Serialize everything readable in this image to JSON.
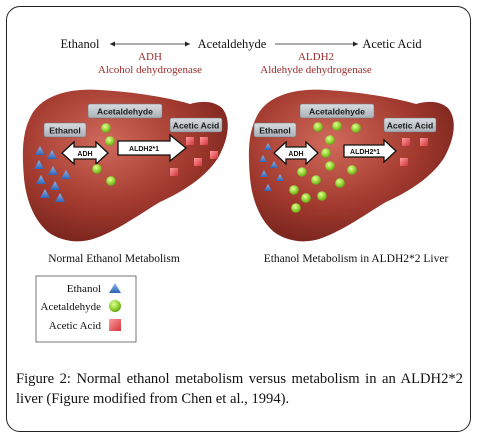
{
  "pathway": {
    "ethanol": "Ethanol",
    "acetaldehyde": "Acetaldehyde",
    "acetic_acid": "Acetic Acid",
    "enzyme1_abbr": "ADH",
    "enzyme1_name": "Alcohol dehydrogenase",
    "enzyme2_abbr": "ALDH2",
    "enzyme2_name": "Aldehyde dehydrogenase"
  },
  "livers": [
    {
      "label": "Normal Ethanol Metabolism",
      "box_ethanol": "Ethanol",
      "box_acetaldehyde": "Acetaldehyde",
      "box_acetic": "Acetic Acid",
      "arrow1": "ADH",
      "arrow2": "ALDH2*1"
    },
    {
      "label": "Ethanol Metabolism in ALDH2*2 Liver",
      "box_ethanol": "Ethanol",
      "box_acetaldehyde": "Acetaldehyde",
      "box_acetic": "Acetic Acid",
      "arrow1": "ADH",
      "arrow2": "ALDH2*1"
    }
  ],
  "legend": {
    "items": [
      {
        "label": "Ethanol",
        "icon": "blue-triangle-icon"
      },
      {
        "label": "Acetaldehyde",
        "icon": "green-circle-icon"
      },
      {
        "label": "Acetic Acid",
        "icon": "red-square-icon"
      }
    ]
  },
  "caption": {
    "lead": "Figure 2:",
    "text": " Normal ethanol metabolism versus metabolism in an ALDH2*2 liver (Figure modified from Chen et al., 1994)."
  },
  "colors": {
    "enzyme_text": "#9b2b2b",
    "liver": "#a33a2f",
    "ethanol_marker": "#3a78c9",
    "acetaldehyde_marker": "#8fd12e",
    "acetic_marker": "#e0474c"
  }
}
